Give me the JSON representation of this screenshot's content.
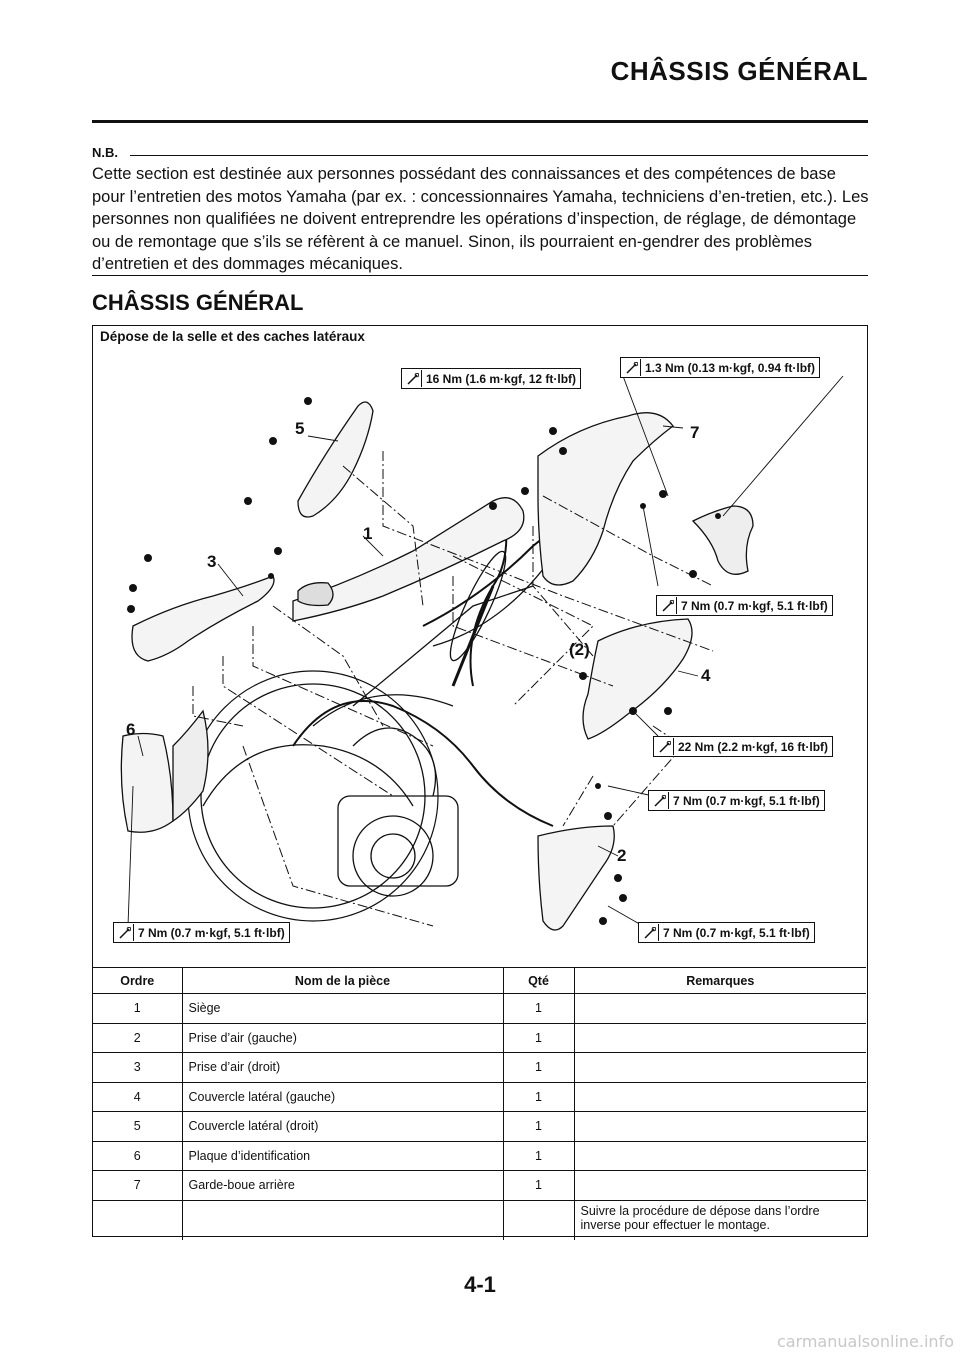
{
  "header": {
    "title": "CHÂSSIS GÉNÉRAL"
  },
  "note": {
    "label": "N.B.",
    "text": "Cette section est destinée aux personnes possédant des connaissances et des compétences de base pour l’entretien des motos Yamaha (par ex. : concessionnaires Yamaha, techniciens d’en-tretien, etc.). Les personnes non qualifiées ne doivent entreprendre les opérations d’inspection, de réglage, de démontage ou de remontage que s’ils se réfèrent à ce manuel. Sinon, ils pourraient en-gendrer des problèmes d’entretien et des dommages mécaniques."
  },
  "section": {
    "title": "CHÂSSIS GÉNÉRAL"
  },
  "figure": {
    "caption": "Dépose de la selle et des caches latéraux",
    "torque_labels": [
      "16 Nm (1.6 m·kgf, 12 ft·lbf)",
      "1.3 Nm (0.13 m·kgf, 0.94 ft·lbf)",
      "7 Nm (0.7 m·kgf, 5.1 ft·lbf)",
      "22 Nm (2.2 m·kgf, 16 ft·lbf)",
      "7 Nm (0.7 m·kgf, 5.1 ft·lbf)",
      "7 Nm (0.7 m·kgf, 5.1 ft·lbf)",
      "7 Nm (0.7 m·kgf, 5.1 ft·lbf)"
    ],
    "callouts": [
      "1",
      "2",
      "3",
      "4",
      "5",
      "6",
      "7",
      "(2)"
    ]
  },
  "table": {
    "headers": [
      "Ordre",
      "Nom de la pièce",
      "Qté",
      "Remarques"
    ],
    "rows": [
      [
        "1",
        "Siège",
        "1",
        ""
      ],
      [
        "2",
        "Prise d’air (gauche)",
        "1",
        ""
      ],
      [
        "3",
        "Prise d’air (droit)",
        "1",
        ""
      ],
      [
        "4",
        "Couvercle latéral (gauche)",
        "1",
        ""
      ],
      [
        "5",
        "Couvercle latéral (droit)",
        "1",
        ""
      ],
      [
        "6",
        "Plaque d’identification",
        "1",
        ""
      ],
      [
        "7",
        "Garde-boue arrière",
        "1",
        ""
      ]
    ],
    "footer_note": "Suivre la procédure de dépose dans l’ordre inverse pour effectuer le montage."
  },
  "page_number": "4-1",
  "watermark": "carmanualsonline.info"
}
